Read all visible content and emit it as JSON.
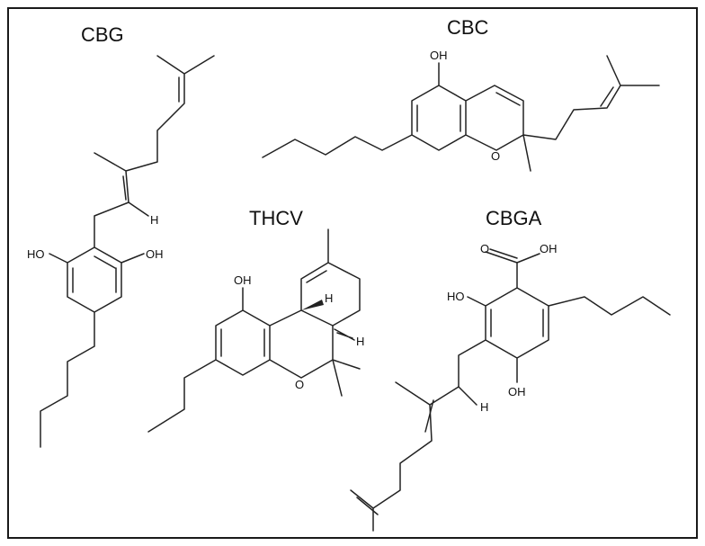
{
  "molecules": [
    {
      "name": "CBG",
      "atoms": {
        "oh_left": "HO",
        "oh_right": "OH",
        "h": "H"
      }
    },
    {
      "name": "CBC",
      "atoms": {
        "oh": "OH",
        "o": "O"
      }
    },
    {
      "name": "THCV",
      "atoms": {
        "oh": "OH",
        "h_top": "H",
        "h_bottom": "H",
        "o": "O"
      }
    },
    {
      "name": "CBGA",
      "atoms": {
        "o_carbonyl": "O",
        "oh_acid": "OH",
        "ho_left": "HO",
        "h": "H",
        "oh_bottom": "OH"
      }
    }
  ],
  "colors": {
    "ink": "#222222",
    "border": "#1a1a1a",
    "background": "#ffffff"
  }
}
